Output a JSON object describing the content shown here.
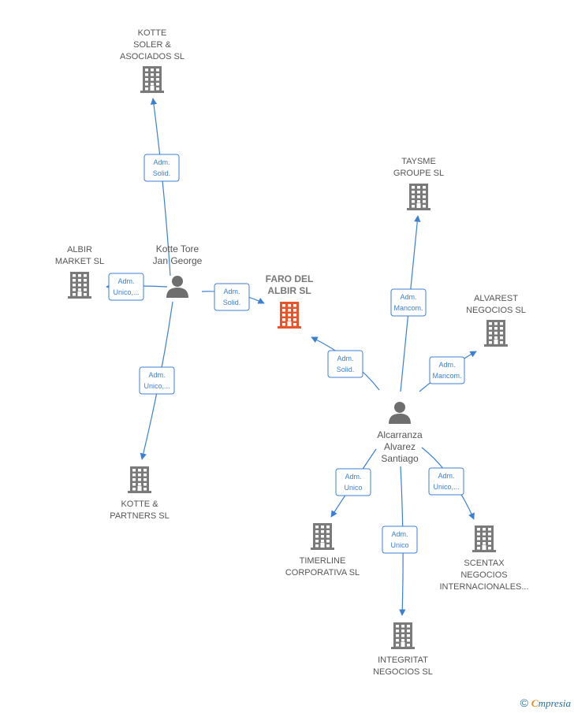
{
  "colors": {
    "company": "#7a7a7a",
    "focus_company": "#e8542a",
    "person": "#6e6e6e",
    "edge": "#3b7fd4"
  },
  "nodes": [
    {
      "id": "kotte-soler",
      "kind": "company",
      "lines": [
        "KOTTE",
        "SOLER &",
        "ASOCIADOS SL"
      ]
    },
    {
      "id": "taysme",
      "kind": "company",
      "lines": [
        "TAYSME",
        "GROUPE SL"
      ]
    },
    {
      "id": "albir-market",
      "kind": "company",
      "lines": [
        "ALBIR",
        "MARKET  SL"
      ]
    },
    {
      "id": "kotte-tore",
      "kind": "person",
      "lines": [
        "Kotte Tore",
        "Jan George"
      ]
    },
    {
      "id": "faro-albir",
      "kind": "focus",
      "lines": [
        "FARO DEL",
        "ALBIR  SL"
      ]
    },
    {
      "id": "alvarest",
      "kind": "company",
      "lines": [
        "ALVAREST",
        "NEGOCIOS  SL"
      ]
    },
    {
      "id": "alcarranza",
      "kind": "person",
      "lines": [
        "Alcarranza",
        "Alvarez",
        "Santiago"
      ]
    },
    {
      "id": "kotte-partners",
      "kind": "company",
      "lines": [
        "KOTTE &",
        "PARTNERS  SL"
      ]
    },
    {
      "id": "timerline",
      "kind": "company",
      "lines": [
        "TIMERLINE",
        "CORPORATIVA SL"
      ]
    },
    {
      "id": "scentax",
      "kind": "company",
      "lines": [
        "SCENTAX",
        "NEGOCIOS",
        "INTERNACIONALES..."
      ]
    },
    {
      "id": "integritat",
      "kind": "company",
      "lines": [
        "INTEGRITAT",
        "NEGOCIOS SL"
      ]
    }
  ],
  "edges": [
    {
      "from": "kotte-tore",
      "to": "kotte-soler",
      "label": [
        "Adm.",
        "Solid."
      ]
    },
    {
      "from": "kotte-tore",
      "to": "albir-market",
      "label": [
        "Adm.",
        "Unico,..."
      ]
    },
    {
      "from": "kotte-tore",
      "to": "faro-albir",
      "label": [
        "Adm.",
        "Solid."
      ]
    },
    {
      "from": "kotte-tore",
      "to": "kotte-partners",
      "label": [
        "Adm.",
        "Unico,..."
      ]
    },
    {
      "from": "alcarranza",
      "to": "faro-albir",
      "label": [
        "Adm.",
        "Solid."
      ]
    },
    {
      "from": "alcarranza",
      "to": "taysme",
      "label": [
        "Adm.",
        "Mancom."
      ]
    },
    {
      "from": "alcarranza",
      "to": "alvarest",
      "label": [
        "Adm.",
        "Mancom."
      ]
    },
    {
      "from": "alcarranza",
      "to": "timerline",
      "label": [
        "Adm.",
        "Unico"
      ]
    },
    {
      "from": "alcarranza",
      "to": "integritat",
      "label": [
        "Adm.",
        "Unico"
      ]
    },
    {
      "from": "alcarranza",
      "to": "scentax",
      "label": [
        "Adm.",
        "Unico,..."
      ]
    }
  ],
  "footer": {
    "copyright": "©",
    "brand_first": "C",
    "brand_rest": "mpresia"
  }
}
